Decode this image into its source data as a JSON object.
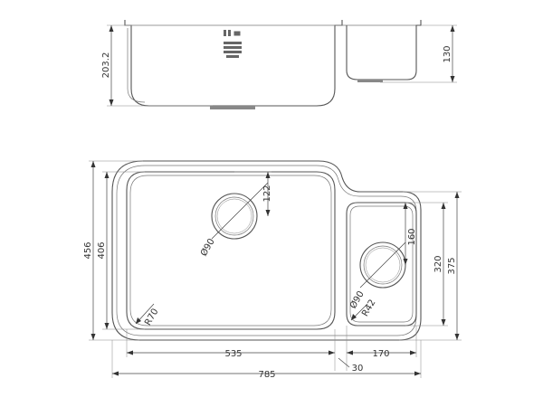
{
  "side_view": {
    "main_bowl_depth": "203.2",
    "small_bowl_depth": "130"
  },
  "plan_view": {
    "overall_width": "785",
    "overall_depth": "456",
    "main_bowl_width": "535",
    "main_bowl_depth": "406",
    "small_bowl_width": "170",
    "small_bowl_depth_inner": "320",
    "small_bowl_depth_outer": "375",
    "divider_width": "30",
    "main_waste_offset": "122",
    "small_waste_offset": "160",
    "main_waste_diameter": "Ø90",
    "small_waste_diameter": "Ø90",
    "main_corner_radius": "R70",
    "small_corner_radius": "R42"
  },
  "colors": {
    "line": "#555555",
    "text": "#333333"
  }
}
